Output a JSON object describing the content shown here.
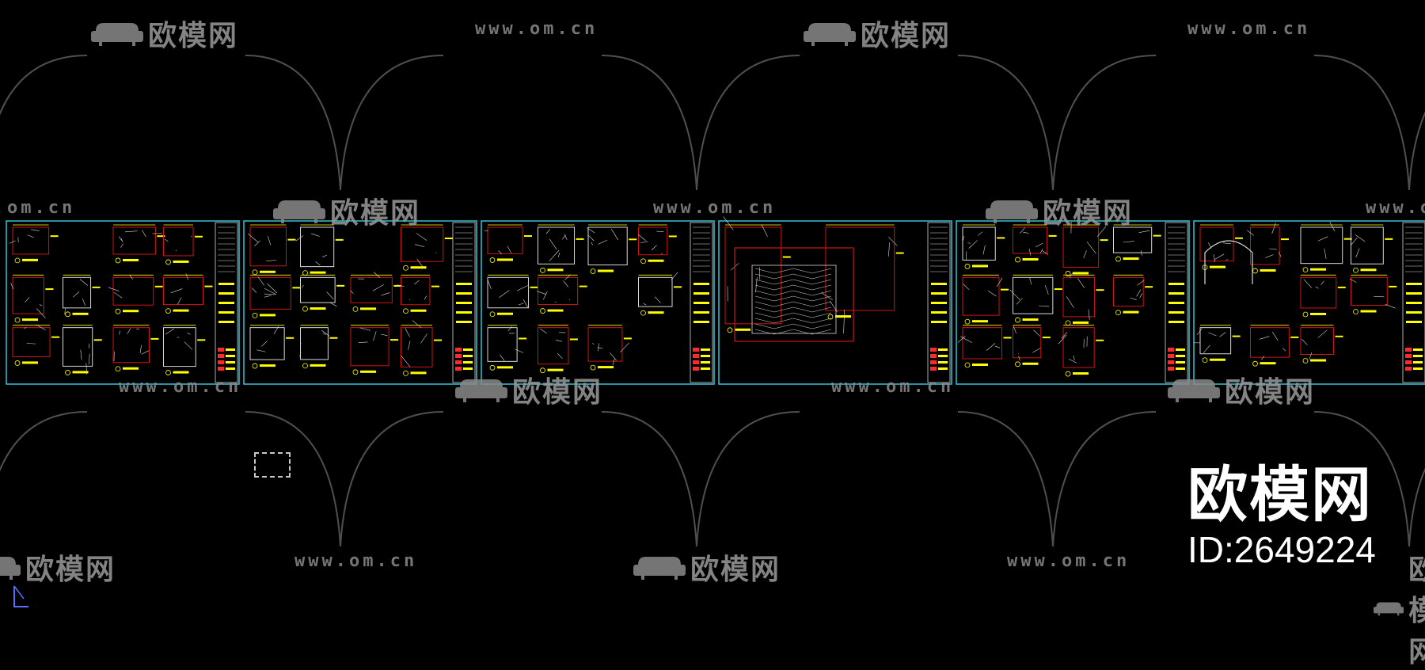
{
  "viewport": {
    "background": "#000000",
    "sheet_count": 6
  },
  "watermark": {
    "brand": "欧模网",
    "url": "www.om.cn",
    "color": "#8a8a8a"
  },
  "brand_overlay": {
    "name": "欧模网",
    "id": "ID:2649224",
    "color": "#ffffff"
  },
  "colors": {
    "sheet_border": "#33c5d6",
    "drawing_yellow": "#ffff00",
    "drawing_red": "#d01515",
    "drawing_white": "#d8d8d8",
    "title_block_red": "#ff2a2a",
    "watermark_arc": "#6a6a6a"
  },
  "icons": {
    "watermark_logo": "sofa-icon",
    "selection": "dashed-selection-box",
    "ucs": "ucs-icon"
  }
}
